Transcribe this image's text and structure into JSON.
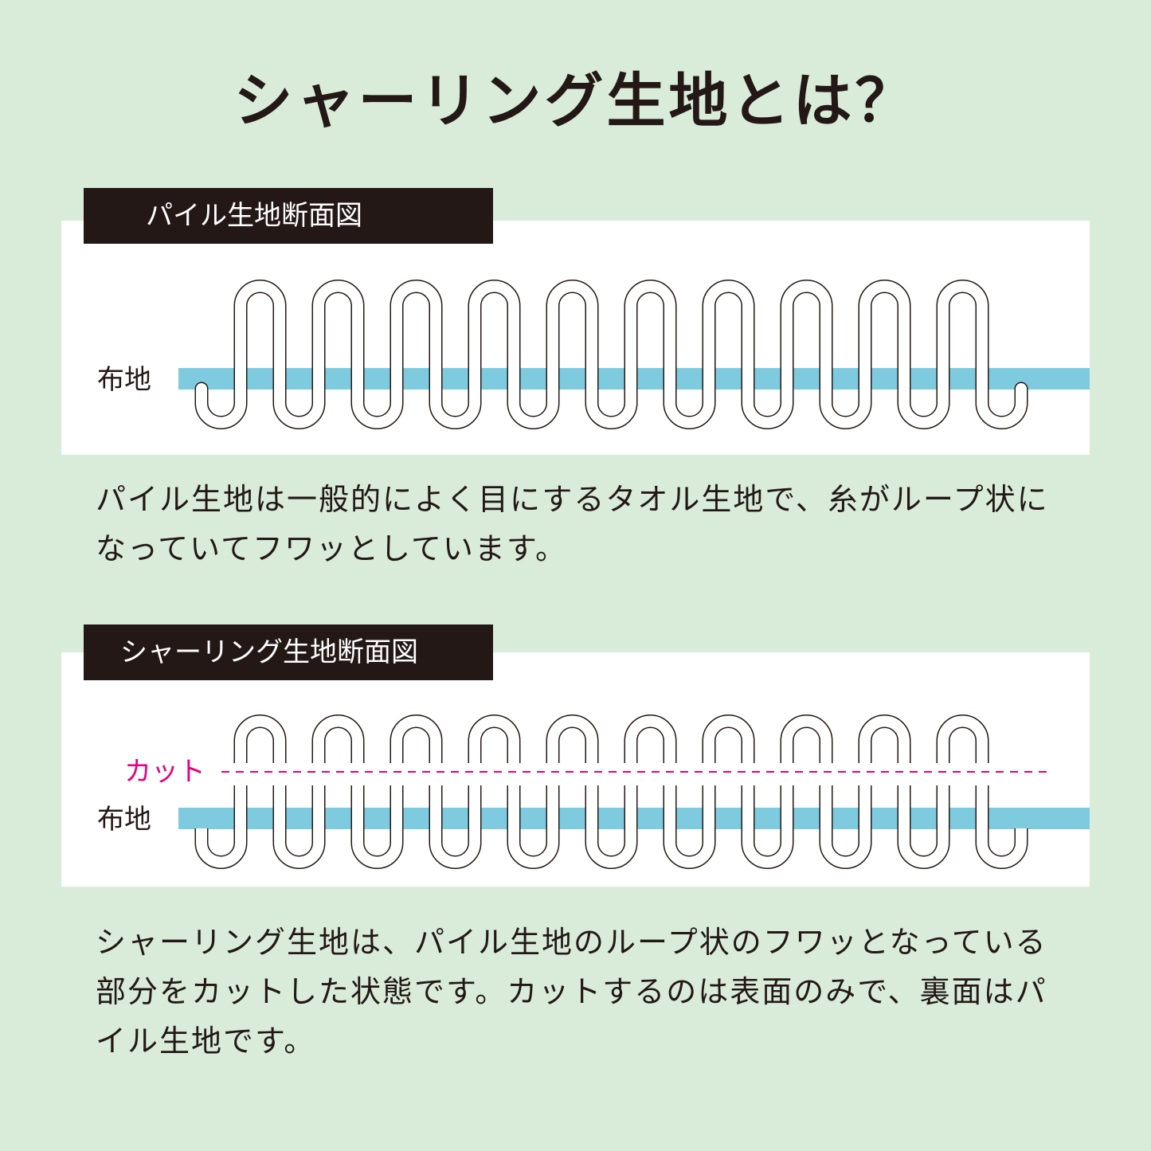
{
  "title": "シャーリング生地とは？",
  "pile_section": {
    "label": "パイル生地断面図",
    "fabric_label": "布地",
    "description": "パイル生地は一般的によく目にするタオル生地で、糸がループ状になっていてフワッとしています。"
  },
  "shearing_section": {
    "label": "シャーリング生地断面図",
    "fabric_label": "布地",
    "cut_label": "カット",
    "description": "シャーリング生地は、パイル生地のループ状のフワッとなっている部分をカットした状態です。カットするのは表面のみで、裏面はパイル生地です。"
  },
  "colors": {
    "background": "#d9ecda",
    "panel": "#ffffff",
    "label_bg": "#231815",
    "fabric": "#7ecbe0",
    "cut_line": "#e4007f",
    "stroke": "#231815"
  },
  "loop_count": 10
}
